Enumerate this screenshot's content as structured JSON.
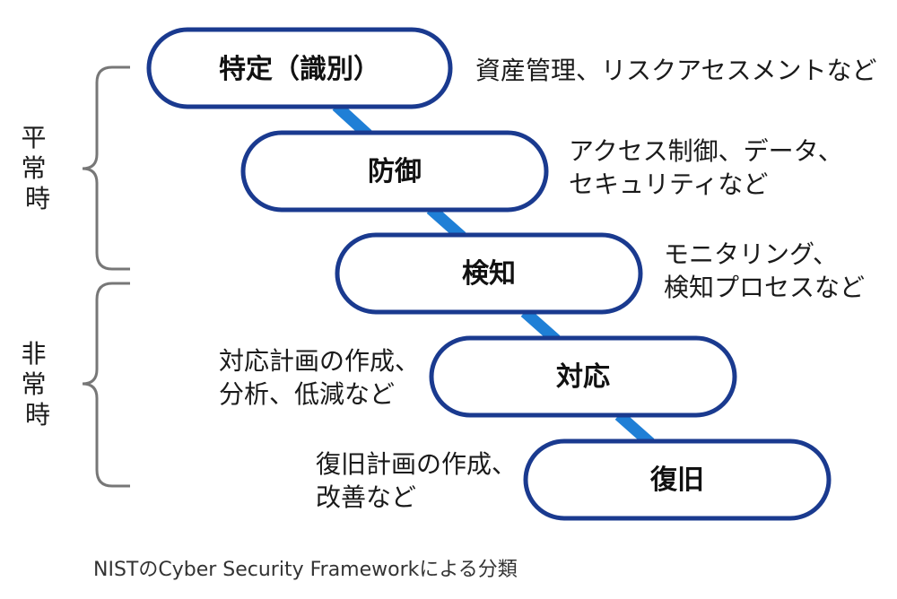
{
  "colors": {
    "pill_border": "#1a3a8f",
    "pill_fill": "#ffffff",
    "connector": "#1f7fd6",
    "bracket": "#777777",
    "text": "#111111"
  },
  "steps": [
    {
      "label": "特定（識別）",
      "description": [
        "資産管理、リスクアセスメントなど"
      ]
    },
    {
      "label": "防御",
      "description": [
        "アクセス制御、データ、",
        "セキュリティなど"
      ]
    },
    {
      "label": "検知",
      "description": [
        "モニタリング、",
        "検知プロセスなど"
      ]
    },
    {
      "label": "対応",
      "description": [
        "対応計画の作成、",
        "分析、低減など"
      ]
    },
    {
      "label": "復旧",
      "description": [
        "復旧計画の作成、",
        "改善など"
      ]
    }
  ],
  "groups": [
    {
      "label": "平常時"
    },
    {
      "label": "非常時"
    }
  ],
  "caption": "NISTのCyber Security Frameworkによる分類"
}
